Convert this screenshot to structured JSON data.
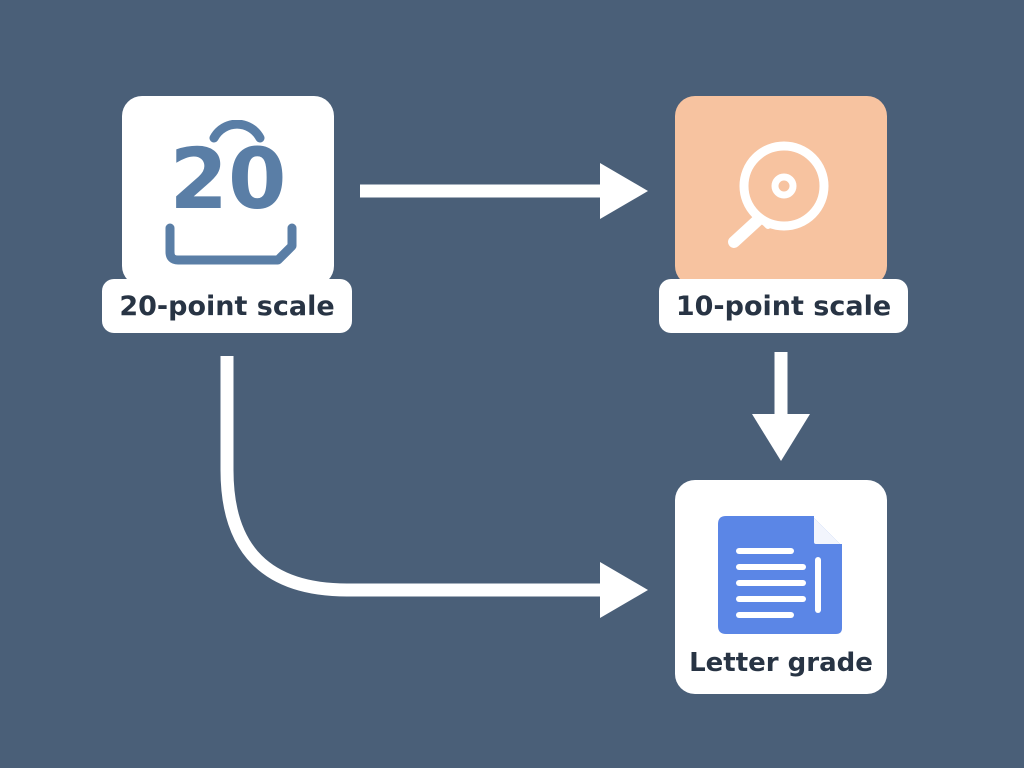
{
  "nodes": {
    "twenty": {
      "label": "20-point scale",
      "badge": "20"
    },
    "ten": {
      "label": "10-point scale"
    },
    "letter": {
      "label": "Letter grade"
    }
  },
  "colors": {
    "background": "#4a5f78",
    "card": "#ffffff",
    "arrow": "#ffffff",
    "badge_blue": "#5a7ea6",
    "ten_card": "#f7c3a0",
    "document_blue": "#5b86e6",
    "label_text": "#283444"
  },
  "icons": {
    "twenty": "number-20-icon",
    "ten": "magnifier-icon",
    "letter": "document-icon"
  },
  "edges": [
    {
      "from": "twenty",
      "to": "ten"
    },
    {
      "from": "ten",
      "to": "letter"
    },
    {
      "from": "twenty",
      "to": "letter"
    }
  ]
}
